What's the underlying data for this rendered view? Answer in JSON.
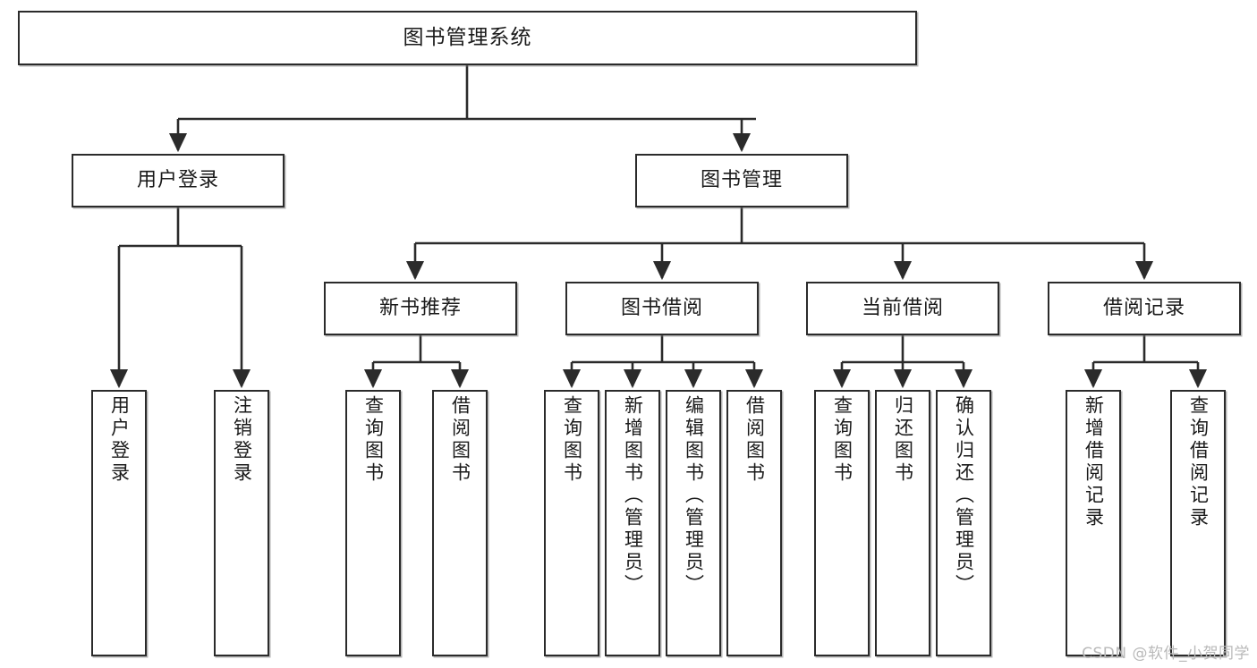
{
  "diagram": {
    "type": "tree",
    "title": "图书管理系统",
    "watermark": "CSDN @软件_小贺同学",
    "colors": {
      "stroke": "#2b2b2b",
      "fill": "#ffffff",
      "text": "#1a1a1a",
      "watermark": "#b9b9b9"
    },
    "levels": {
      "root": {
        "label": "图书管理系统"
      },
      "level2": [
        {
          "label": "用户登录"
        },
        {
          "label": "图书管理"
        }
      ],
      "level3": [
        {
          "label": "新书推荐"
        },
        {
          "label": "图书借阅"
        },
        {
          "label": "当前借阅"
        },
        {
          "label": "借阅记录"
        }
      ]
    },
    "nodes": {
      "root": "图书管理系统",
      "user_login": "用户登录",
      "book_manage": "图书管理",
      "new_book_rec": "新书推荐",
      "book_borrow": "图书借阅",
      "current_borrow": "当前借阅",
      "borrow_record": "借阅记录",
      "leaf_user_login": "用户登录",
      "leaf_user_logout": "注销登录",
      "leaf_query_book_1": "查询图书",
      "leaf_borrow_book_1": "借阅图书",
      "leaf_query_book_2": "查询图书",
      "leaf_add_book": "新增图书（管理员）",
      "leaf_edit_book": "编辑图书（管理员）",
      "leaf_borrow_book_2": "借阅图书",
      "leaf_query_book_3": "查询图书",
      "leaf_return_book": "归还图书",
      "leaf_confirm_return": "确认归还（管理员）",
      "leaf_add_record": "新增借阅记录",
      "leaf_query_record": "查询借阅记录"
    }
  }
}
